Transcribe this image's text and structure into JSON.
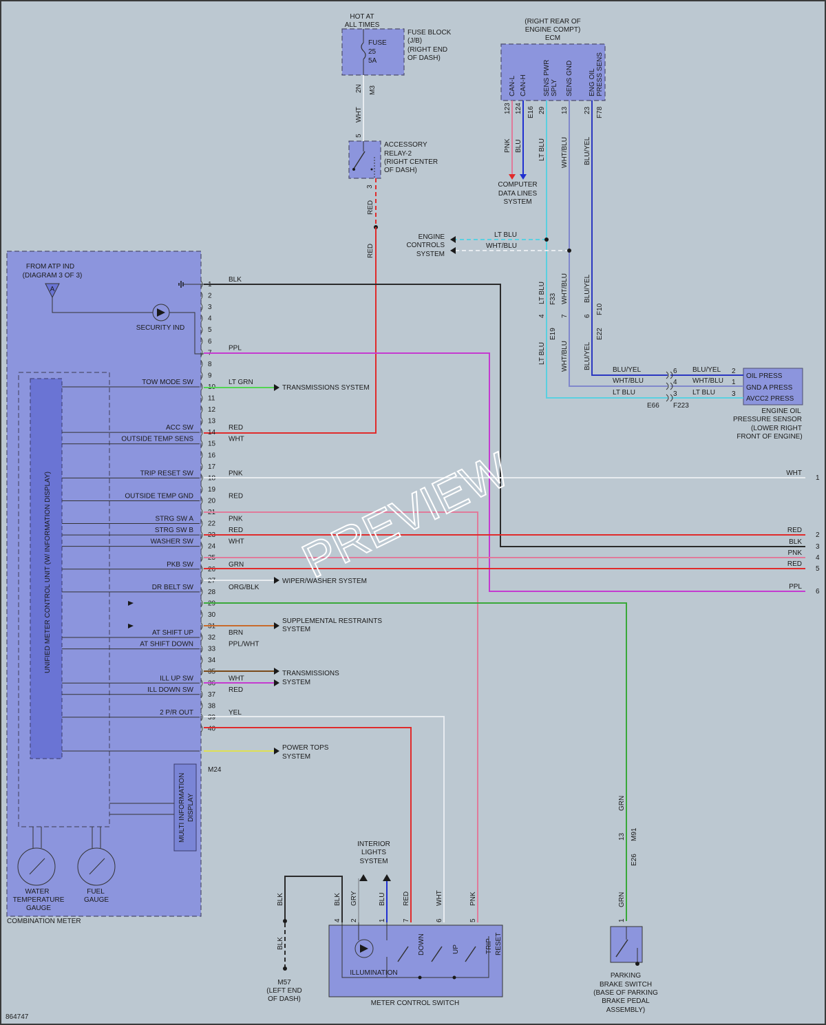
{
  "diagram_id": "864747",
  "watermark": "PREVIEW",
  "fuse_block": {
    "hot_line1": "HOT AT",
    "hot_line2": "ALL TIMES",
    "fuse_line1": "FUSE",
    "fuse_line2": "25",
    "fuse_line3": "5A",
    "label_line1": "FUSE BLOCK",
    "label_line2": "(J/B)",
    "label_line3": "(RIGHT END",
    "label_line4": "OF DASH)",
    "pin": "2N",
    "connector": "M3"
  },
  "relay": {
    "line1": "ACCESSORY",
    "line2": "RELAY-2",
    "line3": "(RIGHT CENTER",
    "line4": "OF DASH)",
    "pin_in": "5",
    "pin_out": "3",
    "wire_in": "WHT",
    "wire_out1": "RED",
    "wire_out2": "RED"
  },
  "ecm": {
    "header1": "(RIGHT REAR OF",
    "header2": "ENGINE COMPT)",
    "header3": "ECM",
    "pins": [
      {
        "l1": "CAN-L",
        "l2": "",
        "pin": "123",
        "wire": "PNK",
        "conn": ""
      },
      {
        "l1": "CAN-H",
        "l2": "",
        "pin": "124",
        "wire": "BLU",
        "conn": "E16"
      },
      {
        "l1": "SENS PWR",
        "l2": "SPLY",
        "pin": "29",
        "wire": "LT BLU",
        "conn": ""
      },
      {
        "l1": "SENS GND",
        "l2": "",
        "pin": "13",
        "wire": "WHT/BLU",
        "conn": ""
      },
      {
        "l1": "ENG OIL",
        "l2": "PRESS SENS",
        "pin": "23",
        "wire": "BLU/YEL",
        "conn": "F78"
      }
    ],
    "data_lines1": "COMPUTER",
    "data_lines2": "DATA LINES",
    "data_lines3": "SYSTEM",
    "engine_controls1": "ENGINE",
    "engine_controls2": "CONTROLS",
    "engine_controls3": "SYSTEM",
    "ec_wire1": "LT BLU",
    "ec_wire2": "WHT/BLU",
    "mid_wires": [
      "LT BLU",
      "WHT/BLU",
      "BLU/YEL"
    ],
    "mid_pins": [
      "4",
      "7",
      "6"
    ],
    "mid_conns": [
      "F33",
      "E19",
      "F10",
      "E22"
    ],
    "low_wires": [
      "LT BLU",
      "WHT/BLU",
      "BLU/YEL"
    ]
  },
  "oil_sensor": {
    "pins": [
      "OIL PRESS",
      "GND A PRESS",
      "AVCC2 PRESS"
    ],
    "left_wires": [
      "BLU/YEL",
      "WHT/BLU",
      "LT BLU"
    ],
    "left_pins": [
      "6",
      "4",
      "3"
    ],
    "right_wires": [
      "BLU/YEL",
      "WHT/BLU",
      "LT BLU"
    ],
    "right_pins": [
      "2",
      "1",
      "3"
    ],
    "conn_left": "E66",
    "conn_right": "F223",
    "label1": "ENGINE OIL",
    "label2": "PRESSURE SENSOR",
    "label3": "(LOWER RIGHT",
    "label4": "FRONT OF ENGINE)"
  },
  "meter": {
    "atp1": "FROM ATP IND",
    "atp2": "(DIAGRAM 3 OF 3)",
    "atp_flag": "A",
    "security": "SECURITY IND",
    "unit_label": "UNIFIED METER CONTROL UNIT (W/ INFORMATION DISPLAY)",
    "mid_label1": "MULTI INFORMATION",
    "mid_label2": "DISPLAY",
    "gauge1_1": "WATER",
    "gauge1_2": "TEMPERATURE",
    "gauge1_3": "GAUGE",
    "gauge2_1": "FUEL",
    "gauge2_2": "GAUGE",
    "name": "COMBINATION METER",
    "connector": "M24",
    "pins": [
      {
        "n": "1",
        "label": "",
        "wire": "BLK"
      },
      {
        "n": "2",
        "label": "",
        "wire": ""
      },
      {
        "n": "3",
        "label": "",
        "wire": ""
      },
      {
        "n": "4",
        "label": "",
        "wire": ""
      },
      {
        "n": "5",
        "label": "",
        "wire": ""
      },
      {
        "n": "6",
        "label": "",
        "wire": ""
      },
      {
        "n": "7",
        "label": "",
        "wire": "PPL"
      },
      {
        "n": "8",
        "label": "",
        "wire": ""
      },
      {
        "n": "9",
        "label": "",
        "wire": ""
      },
      {
        "n": "10",
        "label": "TOW MODE SW",
        "wire": "LT GRN"
      },
      {
        "n": "11",
        "label": "",
        "wire": ""
      },
      {
        "n": "12",
        "label": "",
        "wire": ""
      },
      {
        "n": "13",
        "label": "",
        "wire": ""
      },
      {
        "n": "14",
        "label": "ACC SW",
        "wire": "RED"
      },
      {
        "n": "15",
        "label": "OUTSIDE TEMP SENS",
        "wire": "WHT"
      },
      {
        "n": "16",
        "label": "",
        "wire": ""
      },
      {
        "n": "17",
        "label": "",
        "wire": ""
      },
      {
        "n": "18",
        "label": "TRIP RESET SW",
        "wire": "PNK"
      },
      {
        "n": "19",
        "label": "",
        "wire": ""
      },
      {
        "n": "20",
        "label": "OUTSIDE TEMP GND",
        "wire": "RED"
      },
      {
        "n": "21",
        "label": "",
        "wire": ""
      },
      {
        "n": "22",
        "label": "STRG SW A",
        "wire": "PNK"
      },
      {
        "n": "23",
        "label": "STRG SW B",
        "wire": "RED"
      },
      {
        "n": "24",
        "label": "WASHER SW",
        "wire": "WHT"
      },
      {
        "n": "25",
        "label": "",
        "wire": ""
      },
      {
        "n": "26",
        "label": "PKB SW",
        "wire": "GRN"
      },
      {
        "n": "27",
        "label": "",
        "wire": ""
      },
      {
        "n": "28",
        "label": "DR BELT SW",
        "wire": "ORG/BLK"
      },
      {
        "n": "29",
        "label": "",
        "wire": ""
      },
      {
        "n": "30",
        "label": "",
        "wire": ""
      },
      {
        "n": "31",
        "label": "",
        "wire": ""
      },
      {
        "n": "32",
        "label": "AT SHIFT UP",
        "wire": "BRN"
      },
      {
        "n": "33",
        "label": "AT SHIFT DOWN",
        "wire": "PPL/WHT"
      },
      {
        "n": "34",
        "label": "",
        "wire": ""
      },
      {
        "n": "35",
        "label": "",
        "wire": ""
      },
      {
        "n": "36",
        "label": "ILL UP SW",
        "wire": "WHT"
      },
      {
        "n": "37",
        "label": "ILL DOWN SW",
        "wire": "RED"
      },
      {
        "n": "38",
        "label": "",
        "wire": ""
      },
      {
        "n": "39",
        "label": "2 P/R OUT",
        "wire": "YEL"
      },
      {
        "n": "40",
        "label": "",
        "wire": ""
      }
    ],
    "dest_transmission": "TRANSMISSIONS SYSTEM",
    "dest_wiper": "WIPER/WASHER SYSTEM",
    "dest_srs1": "SUPPLEMENTAL RESTRAINTS",
    "dest_srs2": "SYSTEM",
    "dest_trans2_1": "TRANSMISSIONS",
    "dest_trans2_2": "SYSTEM",
    "dest_power1": "POWER TOPS",
    "dest_power2": "SYSTEM"
  },
  "right_edge": [
    {
      "wire": "WHT",
      "n": "1"
    },
    {
      "wire": "RED",
      "n": "2"
    },
    {
      "wire": "BLK",
      "n": "3"
    },
    {
      "wire": "PNK",
      "n": "4"
    },
    {
      "wire": "RED",
      "n": "5"
    },
    {
      "wire": "PPL",
      "n": "6"
    }
  ],
  "switch": {
    "interior1": "INTERIOR",
    "interior2": "LIGHTS",
    "interior3": "SYSTEM",
    "wires": [
      {
        "pin": "4",
        "wire": "BLK"
      },
      {
        "pin": "2",
        "wire": "GRY"
      },
      {
        "pin": "1",
        "wire": "BLU"
      },
      {
        "pin": "7",
        "wire": "RED"
      },
      {
        "pin": "6",
        "wire": "WHT"
      },
      {
        "pin": "5",
        "wire": "PNK"
      }
    ],
    "gnd_wire1": "BLK",
    "gnd_wire2": "BLK",
    "ground1": "M57",
    "ground2": "(LEFT END",
    "ground3": "OF DASH)",
    "illumination": "ILLUMINATION",
    "down": "DOWN",
    "up": "UP",
    "trip1": "TRIP",
    "trip2": "RESET",
    "name": "METER CONTROL SWITCH"
  },
  "parking": {
    "wire_upper": "GRN",
    "pin_upper": "13",
    "conn1": "M91",
    "conn2": "E26",
    "wire_lower": "GRN",
    "pin_lower": "1",
    "label1": "PARKING",
    "label2": "BRAKE SWITCH",
    "label3": "(BASE OF PARKING",
    "label4": "BRAKE PEDAL",
    "label5": "ASSEMBLY)"
  },
  "colors": {
    "red": "#e02a2a",
    "pink": "#e07a9a",
    "ppl": "#c43ad0",
    "ltblu": "#5ad0e0",
    "blu": "#1f2fd0",
    "whtblu": "#8088cc",
    "bluyel": "#2a36c0",
    "grn": "#38a838",
    "ltgrn": "#52d452",
    "yel": "#e0e052",
    "brn": "#7a4a1a",
    "orgblk": "#c86a2a",
    "wht": "#e8ecf0",
    "gry": "#98a0a8",
    "blk": "#2a2a2a"
  }
}
